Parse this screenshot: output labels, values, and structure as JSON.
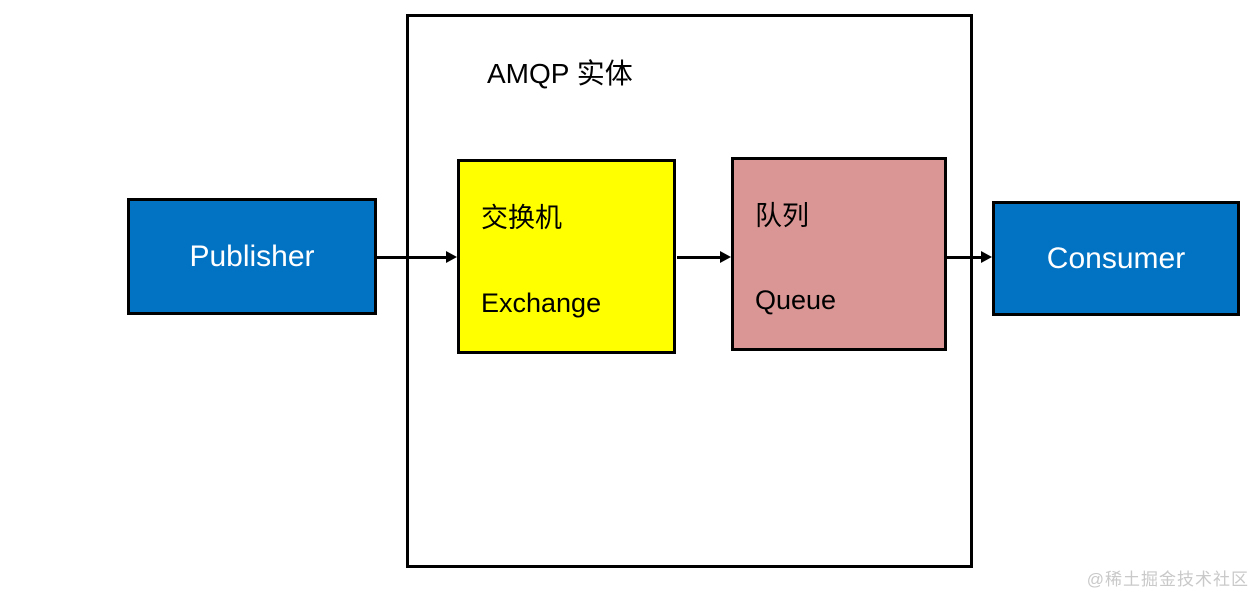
{
  "diagram": {
    "container_title": "AMQP 实体",
    "nodes": {
      "publisher": {
        "label": "Publisher"
      },
      "exchange": {
        "label_zh": "交换机",
        "label_en": "Exchange"
      },
      "queue": {
        "label_zh": "队列",
        "label_en": "Queue"
      },
      "consumer": {
        "label": "Consumer"
      }
    },
    "edges": [
      {
        "from": "publisher",
        "to": "exchange"
      },
      {
        "from": "exchange",
        "to": "queue"
      },
      {
        "from": "queue",
        "to": "consumer"
      }
    ],
    "colors": {
      "node_blue": "#0272c3",
      "node_yellow": "#ffff00",
      "node_pink": "#d99694",
      "border": "#000000",
      "background": "#ffffff",
      "watermark_gray": "#c9c9c9"
    },
    "watermark": "@稀土掘金技术社区"
  }
}
